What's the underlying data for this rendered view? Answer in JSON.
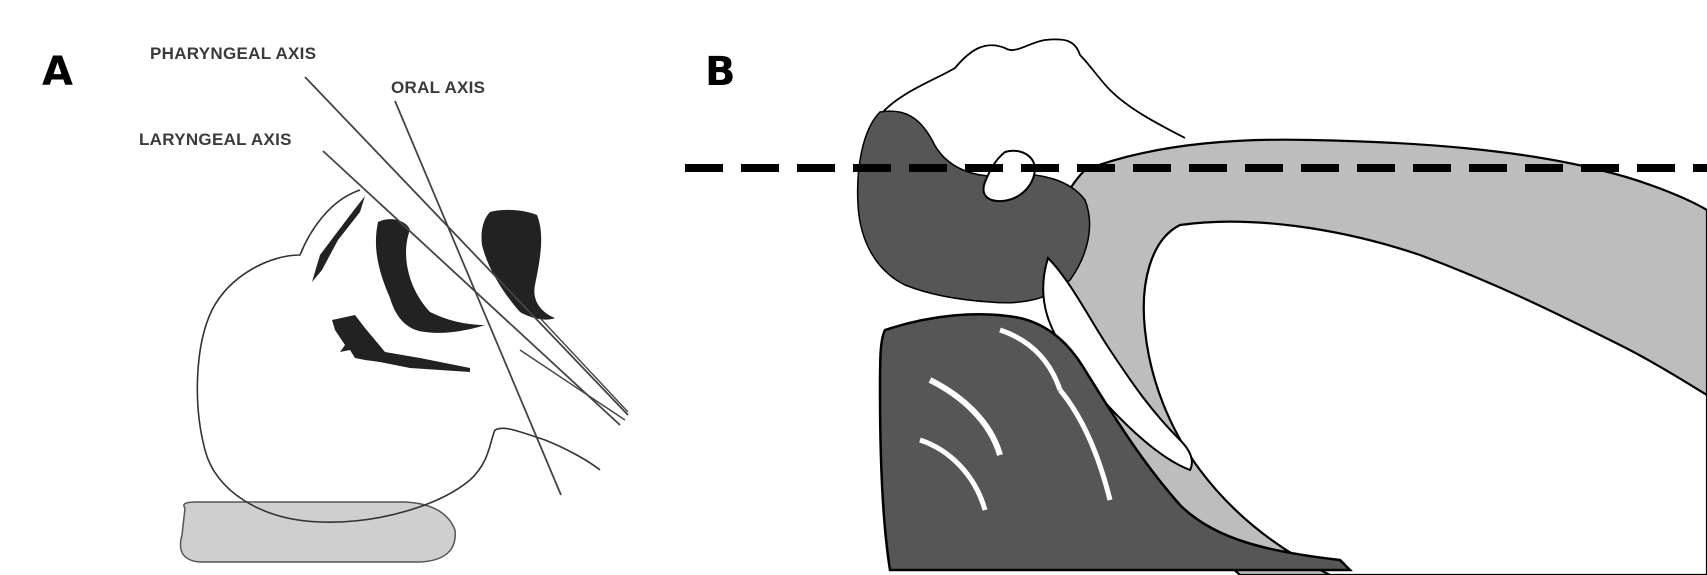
{
  "panels": {
    "a": {
      "label": "A"
    },
    "b": {
      "label": "B"
    }
  },
  "axes": {
    "pharyngeal": "PHARYNGEAL AXIS",
    "oral": "ORAL AXIS",
    "laryngeal": "LARYNGEAL AXIS"
  },
  "colors": {
    "pillow_a": "#cfcfcf",
    "dark_fill": "#565656",
    "body_gray": "#bdbdbd",
    "line": "#000000"
  }
}
